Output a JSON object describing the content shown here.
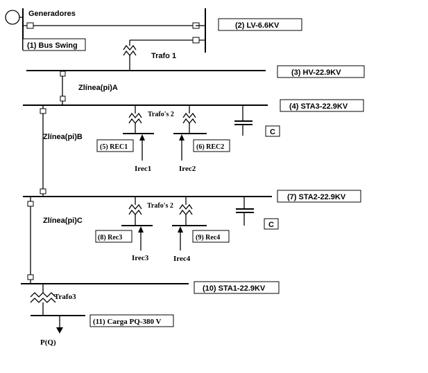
{
  "labels": {
    "generadores": "Generadores",
    "bus1": "(1) Bus Swing",
    "bus2": "(2) LV-6.6KV",
    "trafo1": "Trafo 1",
    "bus3": "(3) HV-22.9KV",
    "zlineaA": "Zlínea(pi)A",
    "bus4": "(4) STA3-22.9KV",
    "trafos2a": "Trafo's 2",
    "zlineaB": "Zlínea(pi)B",
    "bus5": "(5) REC1",
    "bus6": "(6) REC2",
    "irec1": "Irec1",
    "irec2": "Irec2",
    "cap1": "C",
    "bus7": "(7) STA2-22.9KV",
    "trafos2b": "Trafo's 2",
    "zlineaC": "Zlínea(pi)C",
    "bus8": "(8) Rec3",
    "bus9": "(9) Rec4",
    "irec3": "Irec3",
    "irec4": "Irec4",
    "cap2": "C",
    "bus10": "(10) STA1-22.9KV",
    "trafo3": "Trafo3",
    "bus11": "(11) Carga PQ-380 V",
    "pq": "P(Q)"
  }
}
